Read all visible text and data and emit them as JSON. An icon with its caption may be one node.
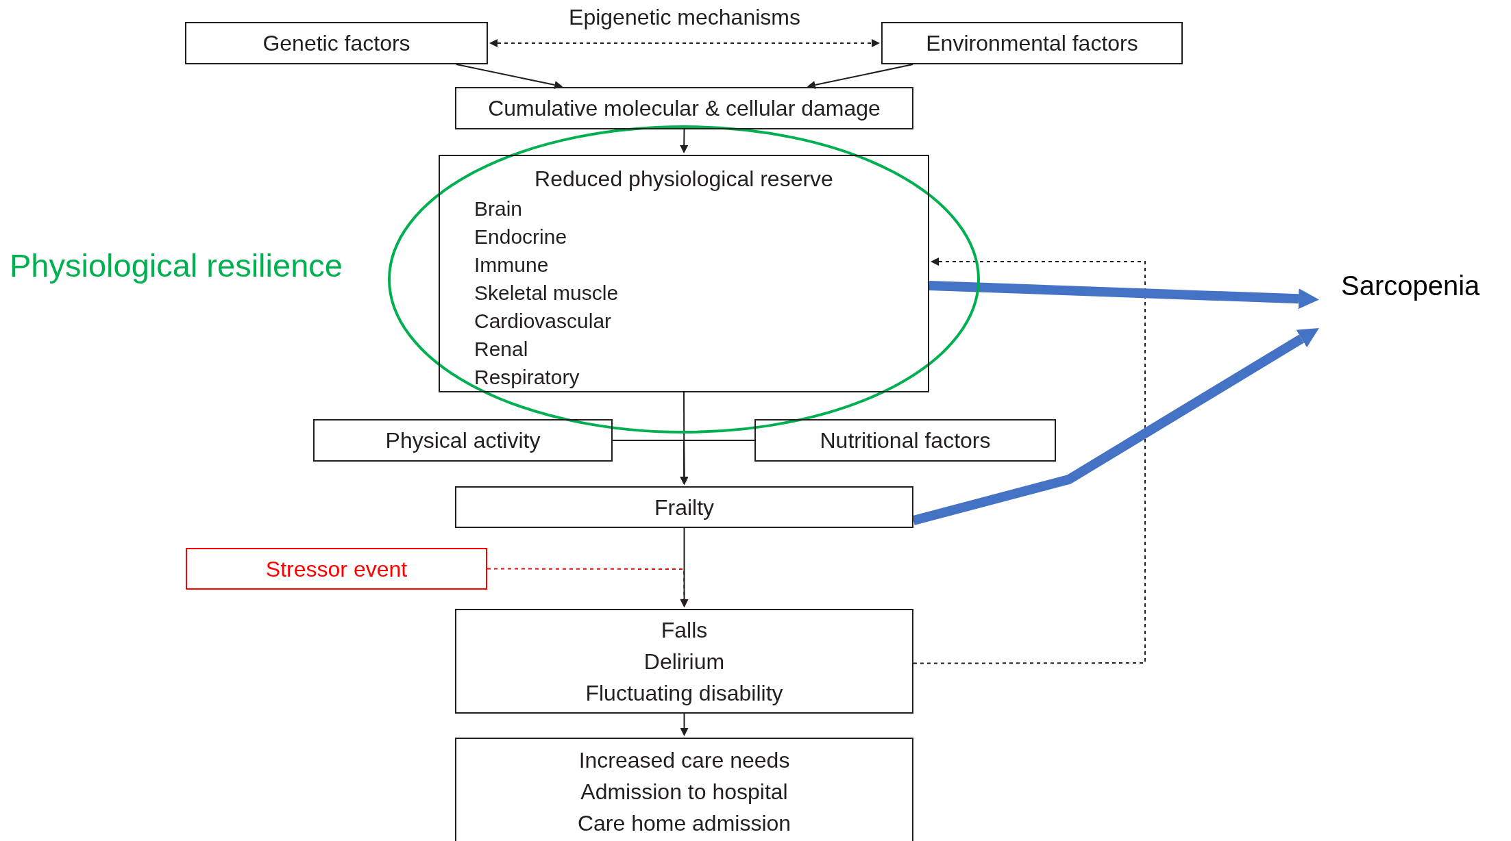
{
  "diagram": {
    "nodes": [
      {
        "text": [
          "Genetic factors"
        ]
      },
      {
        "text": [
          "Environmental factors"
        ]
      },
      {
        "text": [
          "Cumulative molecular & cellular damage"
        ]
      },
      {
        "text": [
          "Reduced physiological reserve",
          "Brain",
          "Endocrine",
          "Immune",
          "Skeletal muscle",
          "Cardiovascular",
          "Renal",
          "Respiratory"
        ]
      },
      {
        "text": [
          "Physical activity"
        ]
      },
      {
        "text": [
          "Nutritional factors"
        ]
      },
      {
        "text": [
          "Frailty"
        ]
      },
      {
        "text": [
          "Stressor event"
        ]
      },
      {
        "text": [
          "Falls",
          "Delirium",
          "Fluctuating disability"
        ]
      },
      {
        "text": [
          "Increased care needs",
          "Admission to hospital",
          "Care home admission"
        ]
      },
      {
        "text": [
          "Sarcopenia"
        ]
      }
    ],
    "edges": [
      {
        "from": 0,
        "to": 1,
        "arrow": "both",
        "style": "dashed",
        "label": "Epigenetic mechanisms"
      },
      {
        "from": 0,
        "to": 2,
        "arrow": "to"
      },
      {
        "from": 1,
        "to": 2,
        "arrow": "to"
      },
      {
        "from": 2,
        "to": 3,
        "arrow": "to"
      },
      {
        "from": 3,
        "to": 6,
        "arrow": "to"
      },
      {
        "from": 4,
        "to": 6,
        "arrow": "to"
      },
      {
        "from": 5,
        "to": 6,
        "arrow": "to"
      },
      {
        "from": 6,
        "to": 8,
        "arrow": "to"
      },
      {
        "from": 7,
        "to": 8,
        "arrow": "to",
        "style": "dashed",
        "color": "#ff0000"
      },
      {
        "from": 8,
        "to": 9,
        "arrow": "to"
      },
      {
        "from": 8,
        "to": 3,
        "arrow": "to",
        "style": "dashed"
      },
      {
        "from": 3,
        "to": 10,
        "arrow": "to",
        "style": "thick",
        "color": "#4472c4"
      },
      {
        "from": 6,
        "to": 10,
        "arrow": "to",
        "style": "thick",
        "color": "#4472c4"
      }
    ],
    "labels": [
      "Physiological resilience"
    ]
  }
}
